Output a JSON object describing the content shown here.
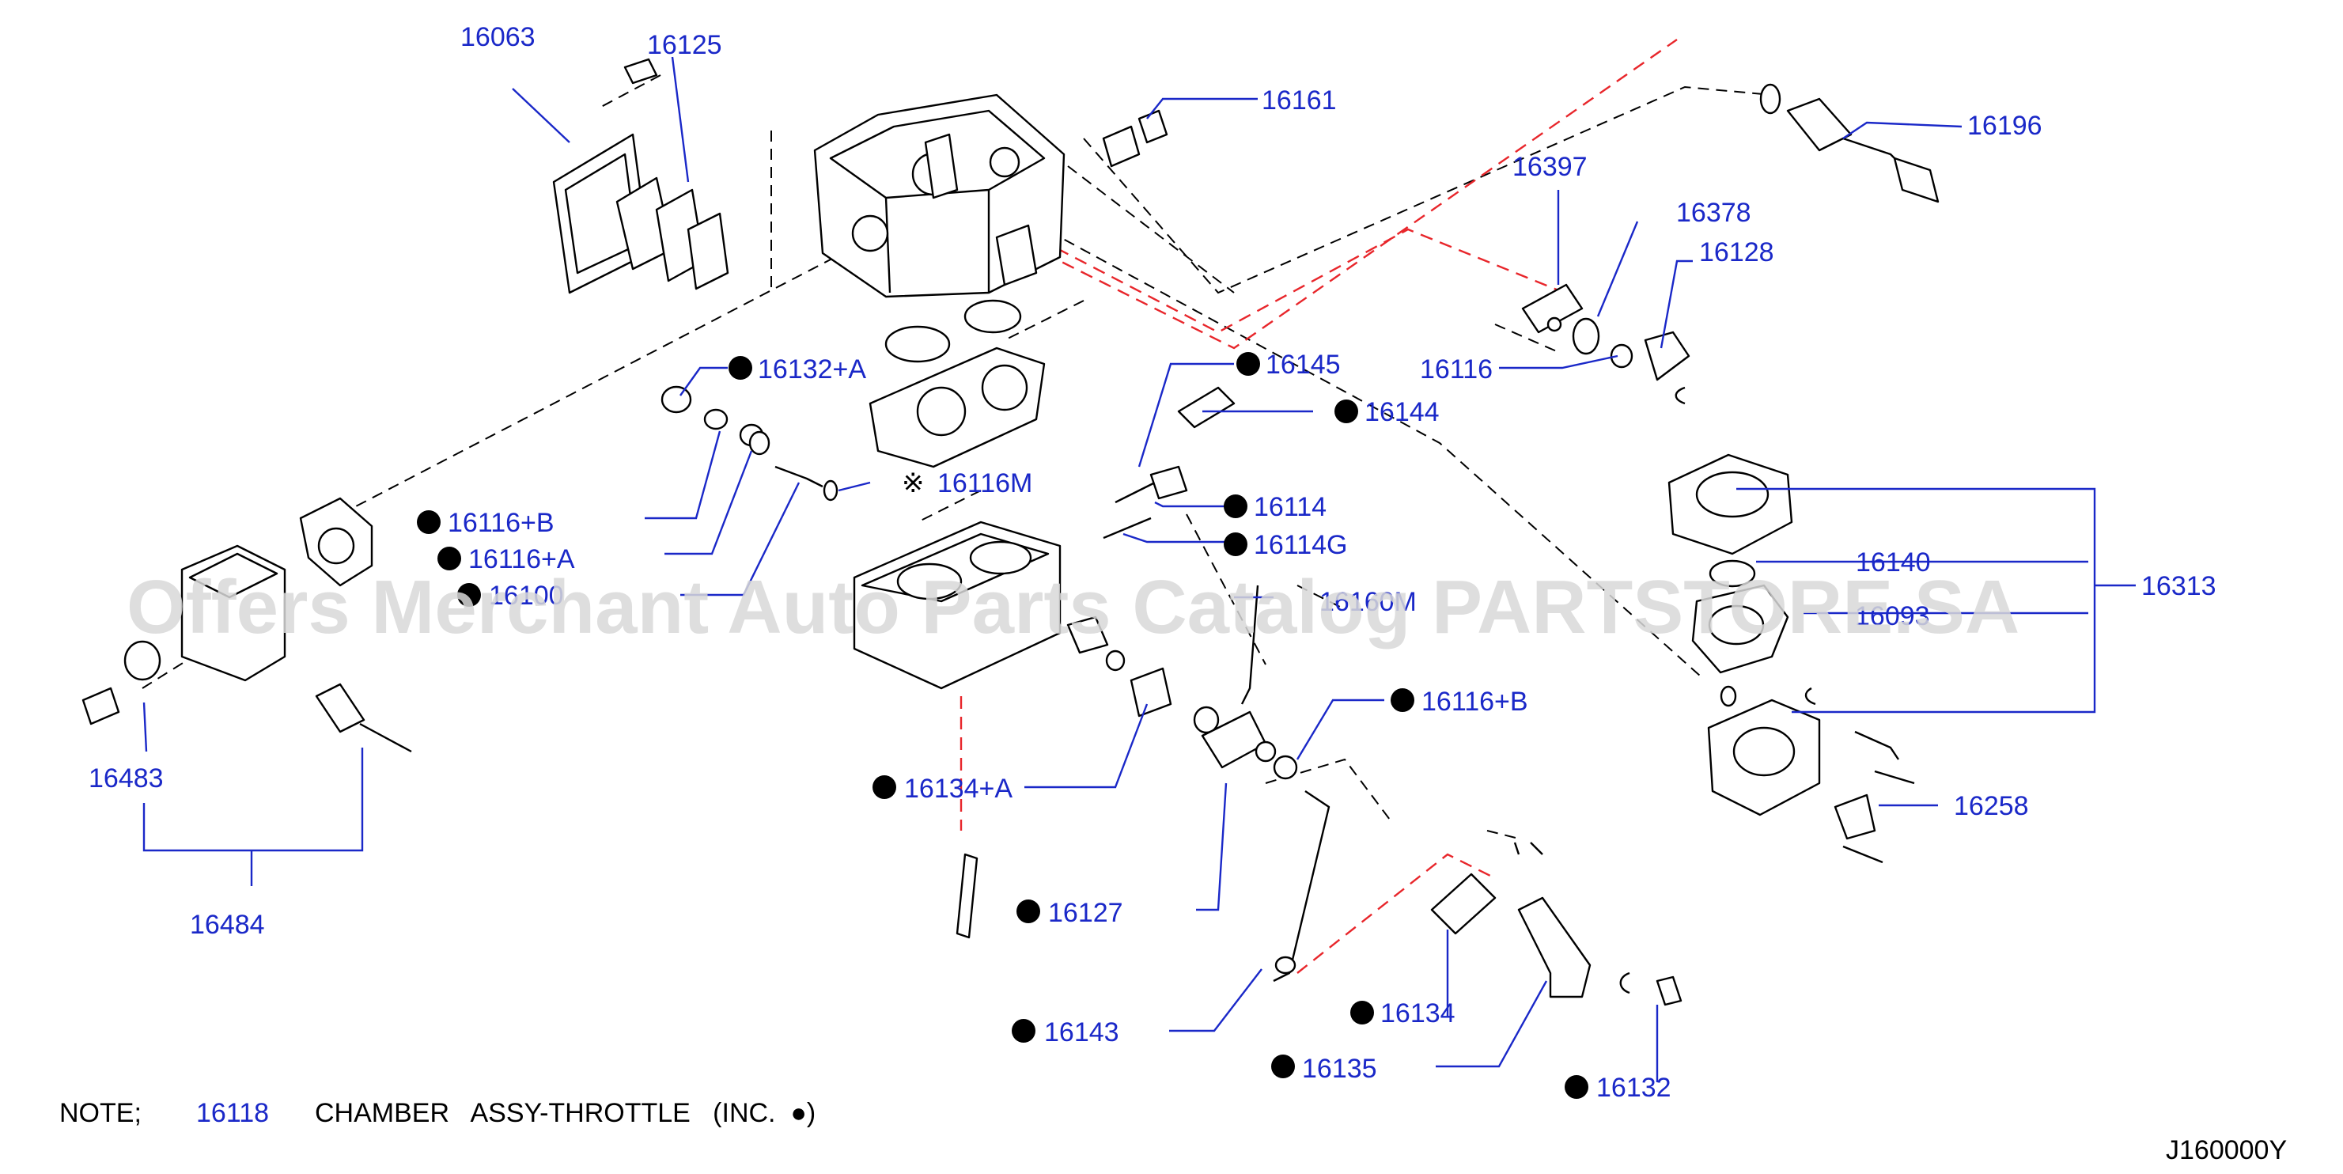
{
  "colors": {
    "label": "#1a28c8",
    "leader": "#1a28c8",
    "red_dash": "#e8262b",
    "watermark": "#d9d9d9",
    "bullet": "#000000"
  },
  "watermark": "Offers Merchant Auto Parts Catalog PARTSTORE.SA",
  "labels": {
    "p16063": "16063",
    "p16125": "16125",
    "p16161": "16161",
    "p16196": "16196",
    "p16397": "16397",
    "p16378": "16378",
    "p16128": "16128",
    "p16116": "16116",
    "p16132A": "16132+A",
    "p16145": "16145",
    "p16144": "16144",
    "p16116M": "16116M",
    "p16116B_1": "16116+B",
    "p16116A": "16116+A",
    "p16100": "16100",
    "p16114": "16114",
    "p16114G": "16114G",
    "p16160M": "16160M",
    "p16140": "16140",
    "p16313": "16313",
    "p16093": "16093",
    "p16116B_2": "16116+B",
    "p16258": "16258",
    "p16134A": "16134+A",
    "p16127": "16127",
    "p16483": "16483",
    "p16484": "16484",
    "p16143": "16143",
    "p16134": "16134",
    "p16135": "16135",
    "p16132": "16132"
  },
  "kome_mark": "※",
  "note": {
    "prefix": "NOTE;",
    "part": "16118",
    "description": "CHAMBER   ASSY-THROTTLE   (INC.  ●)"
  },
  "diagram_code": "J160000Y"
}
